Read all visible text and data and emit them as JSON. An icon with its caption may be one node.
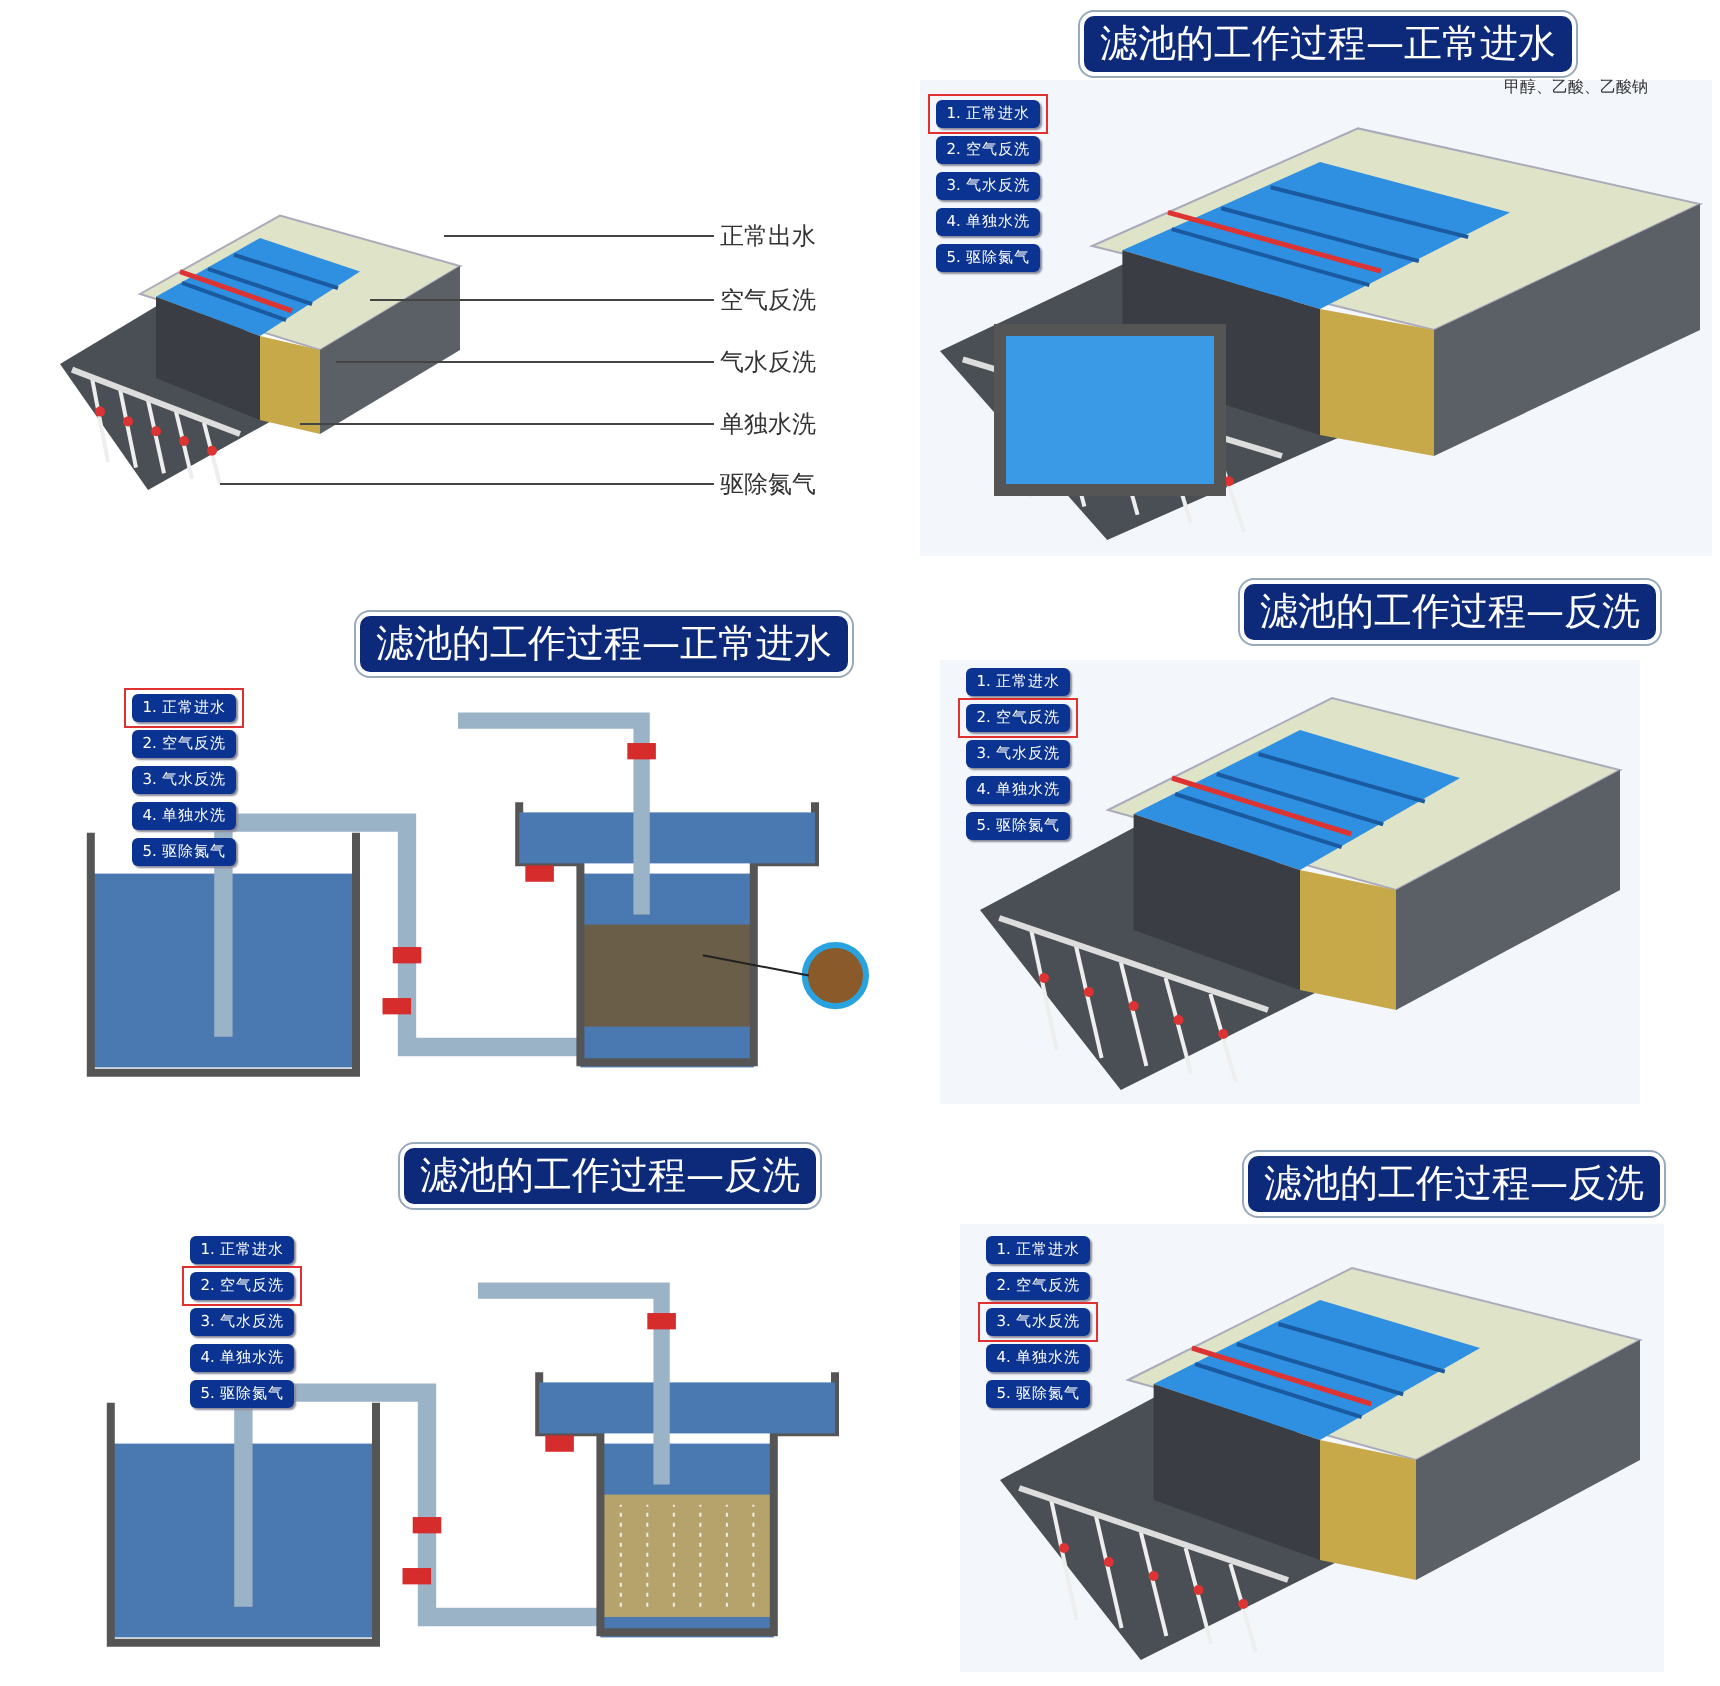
{
  "diagram": {
    "nodes": [
      {
        "text": [
          "正常出水"
        ]
      },
      {
        "text": [
          "空气反洗"
        ]
      },
      {
        "text": [
          "气水反洗"
        ]
      },
      {
        "text": [
          "单独水洗"
        ]
      },
      {
        "text": [
          "驱除氮气"
        ]
      },
      {
        "text": [
          "滤池的工作过程—正常进水"
        ]
      },
      {
        "text": [
          "1. 正常进水"
        ]
      },
      {
        "text": [
          "2. 空气反洗"
        ]
      },
      {
        "text": [
          "3. 气水反洗"
        ]
      },
      {
        "text": [
          "4. 单独水洗"
        ]
      },
      {
        "text": [
          "5. 驱除氮气"
        ]
      },
      {
        "text": [
          "滤池的工作过程—正常进水"
        ]
      },
      {
        "text": [
          "1. 正常进水"
        ]
      },
      {
        "text": [
          "2. 空气反洗"
        ]
      },
      {
        "text": [
          "3. 气水反洗"
        ]
      },
      {
        "text": [
          "4. 单独水洗"
        ]
      },
      {
        "text": [
          "5. 驱除氮气"
        ]
      },
      {
        "text": [
          "滤池的工作过程—反洗"
        ]
      },
      {
        "text": [
          "1. 正常进水"
        ]
      },
      {
        "text": [
          "2. 空气反洗"
        ]
      },
      {
        "text": [
          "3. 气水反洗"
        ]
      },
      {
        "text": [
          "4. 单独水洗"
        ]
      },
      {
        "text": [
          "5. 驱除氮气"
        ]
      },
      {
        "text": [
          "滤池的工作过程—反洗"
        ]
      },
      {
        "text": [
          "1. 正常进水"
        ]
      },
      {
        "text": [
          "2. 空气反洗"
        ]
      },
      {
        "text": [
          "3. 气水反洗"
        ]
      },
      {
        "text": [
          "4. 单独水洗"
        ]
      },
      {
        "text": [
          "5. 驱除氮气"
        ]
      },
      {
        "text": [
          "滤池的工作过程—反洗"
        ]
      },
      {
        "text": [
          "1. 正常进水"
        ]
      },
      {
        "text": [
          "2. 空气反洗"
        ]
      },
      {
        "text": [
          "3. 气水反洗"
        ]
      },
      {
        "text": [
          "4. 单独水洗"
        ]
      },
      {
        "text": [
          "5. 驱除氮气"
        ]
      }
    ],
    "edges": [
      {
        "from": 0,
        "to": null,
        "arrow": "none"
      },
      {
        "from": 1,
        "to": null,
        "arrow": "none"
      },
      {
        "from": 2,
        "to": null,
        "arrow": "none"
      },
      {
        "from": 3,
        "to": null,
        "arrow": "none"
      },
      {
        "from": 4,
        "to": null,
        "arrow": "none"
      }
    ],
    "labels": [
      "甲醇、乙酸、乙酸钠"
    ]
  }
}
